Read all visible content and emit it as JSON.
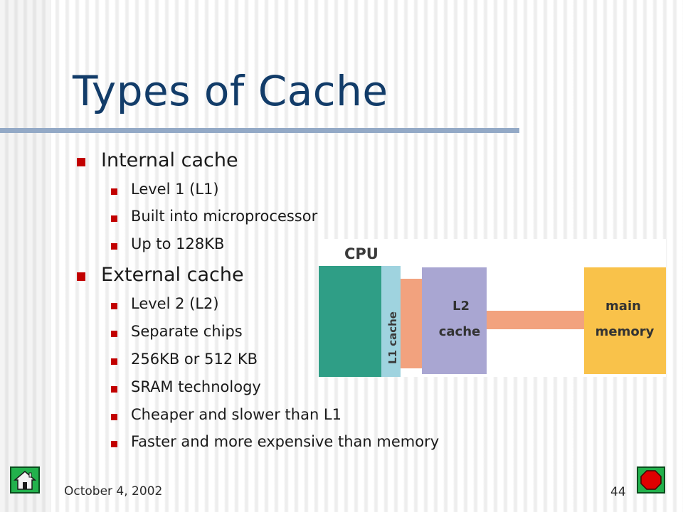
{
  "slide": {
    "title": "Types of Cache",
    "bullets": [
      {
        "text": "Internal cache",
        "sub": [
          "Level 1 (L1)",
          "Built into microprocessor",
          "Up to 128KB"
        ]
      },
      {
        "text": "External cache",
        "sub": [
          "Level 2 (L2)",
          "Separate chips",
          "256KB or 512 KB",
          "SRAM technology",
          "Cheaper and slower than L1",
          "Faster and more expensive than memory"
        ]
      }
    ],
    "diagram": {
      "cpu_label": "CPU",
      "l1_label": "L1 cache",
      "l2_label_line1": "L2",
      "l2_label_line2": "cache",
      "memory_label_line1": "main",
      "memory_label_line2": "memory"
    },
    "footer": {
      "date": "October 4, 2002",
      "page_number": "44"
    },
    "nav": {
      "home_icon": "home-icon",
      "stop_icon": "stop-icon"
    },
    "colors": {
      "title": "#123c69",
      "bullet": "#c20000",
      "rule": "#93a9c6",
      "cpu_block": "#2f9e86",
      "l1_block": "#9fd3df",
      "l2_block": "#a9a6d2",
      "connector": "#f2a27e",
      "memory_block": "#f9c24a",
      "nav_button": "#22b14c"
    }
  }
}
